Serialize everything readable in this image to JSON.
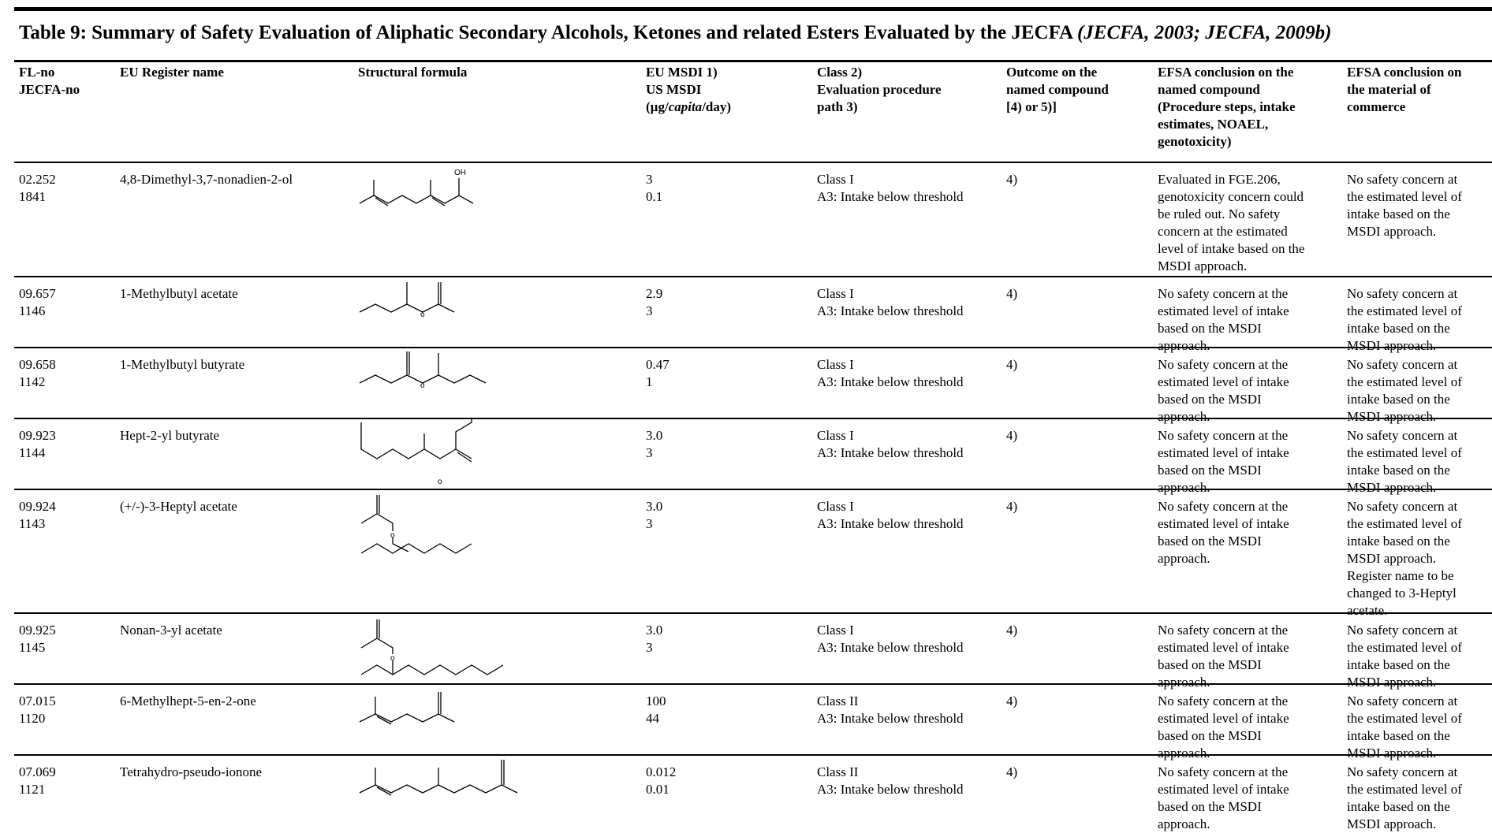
{
  "table": {
    "title_main": "Table 9: Summary of Safety Evaluation of Aliphatic Secondary Alcohols, Ketones and related Esters Evaluated by the JECFA",
    "title_cite": "(JECFA, 2003; JECFA, 2009b)",
    "headers": {
      "flno": [
        "FL-no",
        "JECFA-no"
      ],
      "name": "EU Register name",
      "formula": "Structural formula",
      "msdi": [
        "EU MSDI 1)",
        "US MSDI"
      ],
      "msdi_unit_pre": "(µg/",
      "msdi_unit_it": "capita",
      "msdi_unit_post": "/day)",
      "class": [
        "Class 2)",
        "Evaluation procedure",
        "path 3)"
      ],
      "outcome": [
        "Outcome on the",
        "named compound",
        "[4) or 5)]"
      ],
      "efsa_named": [
        "EFSA conclusion on the",
        "named compound",
        "(Procedure steps, intake",
        "estimates, NOAEL,",
        "genotoxicity)"
      ],
      "efsa_commerce": [
        "EFSA conclusion on",
        "the material of",
        "commerce"
      ]
    },
    "rows": [
      {
        "flno": "02.252",
        "jecfa": "1841",
        "name": "4,8-Dimethyl-3,7-nonadien-2-ol",
        "eu_msdi": "3",
        "us_msdi": "0.1",
        "class": "Class I",
        "procedure": "A3: Intake below threshold",
        "outcome": "4)",
        "efsa_named": [
          "Evaluated in FGE.206,",
          "genotoxicity concern could",
          "be ruled out. No safety",
          "concern at the estimated",
          "level of intake based on the",
          "MSDI approach."
        ],
        "efsa_commerce": [
          "No safety concern at",
          "the estimated level of",
          "intake based on the",
          "MSDI approach."
        ],
        "struct_label": "OH"
      },
      {
        "flno": "09.657",
        "jecfa": "1146",
        "name": "1-Methylbutyl acetate",
        "eu_msdi": "2.9",
        "us_msdi": "3",
        "class": "Class I",
        "procedure": "A3: Intake below threshold",
        "outcome": "4)",
        "efsa_named": [
          "No safety concern at the",
          "estimated level of intake",
          "based on the MSDI",
          "approach."
        ],
        "efsa_commerce": [
          "No safety concern at",
          "the estimated level of",
          "intake based on the",
          "MSDI approach."
        ]
      },
      {
        "flno": "09.658",
        "jecfa": "1142",
        "name": "1-Methylbutyl butyrate",
        "eu_msdi": "0.47",
        "us_msdi": "1",
        "class": "Class I",
        "procedure": "A3: Intake below threshold",
        "outcome": "4)",
        "efsa_named": [
          "No safety concern at the",
          "estimated level of intake",
          "based on the MSDI",
          "approach."
        ],
        "efsa_commerce": [
          "No safety concern at",
          "the estimated level of",
          "intake based on the",
          "MSDI approach."
        ]
      },
      {
        "flno": "09.923",
        "jecfa": "1144",
        "name": "Hept-2-yl butyrate",
        "eu_msdi": "3.0",
        "us_msdi": "3",
        "class": "Class I",
        "procedure": "A3: Intake below threshold",
        "outcome": "4)",
        "efsa_named": [
          "No safety concern at the",
          "estimated level of intake",
          "based on the MSDI",
          "approach."
        ],
        "efsa_commerce": [
          "No safety concern at",
          "the estimated level of",
          "intake based on the",
          "MSDI approach."
        ]
      },
      {
        "flno": "09.924",
        "jecfa": "1143",
        "name": "(+/-)-3-Heptyl acetate",
        "eu_msdi": "3.0",
        "us_msdi": "3",
        "class": "Class I",
        "procedure": "A3: Intake below threshold",
        "outcome": "4)",
        "efsa_named": [
          "No safety concern at the",
          "estimated level of intake",
          "based on the MSDI",
          "approach."
        ],
        "efsa_commerce": [
          "No safety concern at",
          "the estimated level of",
          "intake based on the",
          "MSDI approach.",
          "Register name to be",
          "changed to 3-Heptyl",
          "acetate."
        ]
      },
      {
        "flno": "09.925",
        "jecfa": "1145",
        "name": "Nonan-3-yl acetate",
        "eu_msdi": "3.0",
        "us_msdi": "3",
        "class": "Class I",
        "procedure": "A3: Intake below threshold",
        "outcome": "4)",
        "efsa_named": [
          "No safety concern at the",
          "estimated level of intake",
          "based on the MSDI",
          "approach."
        ],
        "efsa_commerce": [
          "No safety concern at",
          "the estimated level of",
          "intake based on the",
          "MSDI approach."
        ]
      },
      {
        "flno": "07.015",
        "jecfa": "1120",
        "name": "6-Methylhept-5-en-2-one",
        "eu_msdi": "100",
        "us_msdi": "44",
        "class": "Class II",
        "procedure": "A3: Intake below threshold",
        "outcome": "4)",
        "efsa_named": [
          "No safety concern at the",
          "estimated level of intake",
          "based on the MSDI",
          "approach."
        ],
        "efsa_commerce": [
          "No safety concern at",
          "the estimated level of",
          "intake based on the",
          "MSDI approach."
        ]
      },
      {
        "flno": "07.069",
        "jecfa": "1121",
        "name": "Tetrahydro-pseudo-ionone",
        "eu_msdi": "0.012",
        "us_msdi": "0.01",
        "class": "Class II",
        "procedure": "A3: Intake below threshold",
        "outcome": "4)",
        "efsa_named": [
          "No safety concern at the",
          "estimated level of intake",
          "based on the MSDI",
          "approach."
        ],
        "efsa_commerce": [
          "No safety concern at",
          "the estimated level of",
          "intake based on the",
          "MSDI approach."
        ]
      }
    ]
  }
}
